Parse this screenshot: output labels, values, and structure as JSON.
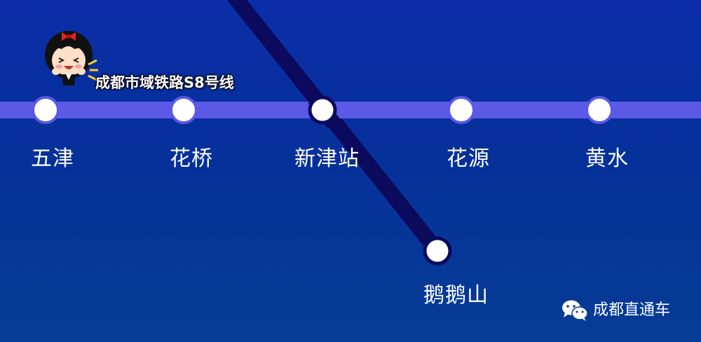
{
  "title": "成都市域铁路S8号线",
  "stations": [
    "五津",
    "花桥",
    "新津站",
    "花源",
    "黄水"
  ],
  "branch_station": "鹅鹅山",
  "watermark": "成都直通车",
  "mascot": "cartoon-girl",
  "colors": {
    "background": "#0b2ea8",
    "s8_line": "#5b59e6",
    "crossing_line": "#0c0a5c",
    "station_fill": "#ffffff"
  }
}
